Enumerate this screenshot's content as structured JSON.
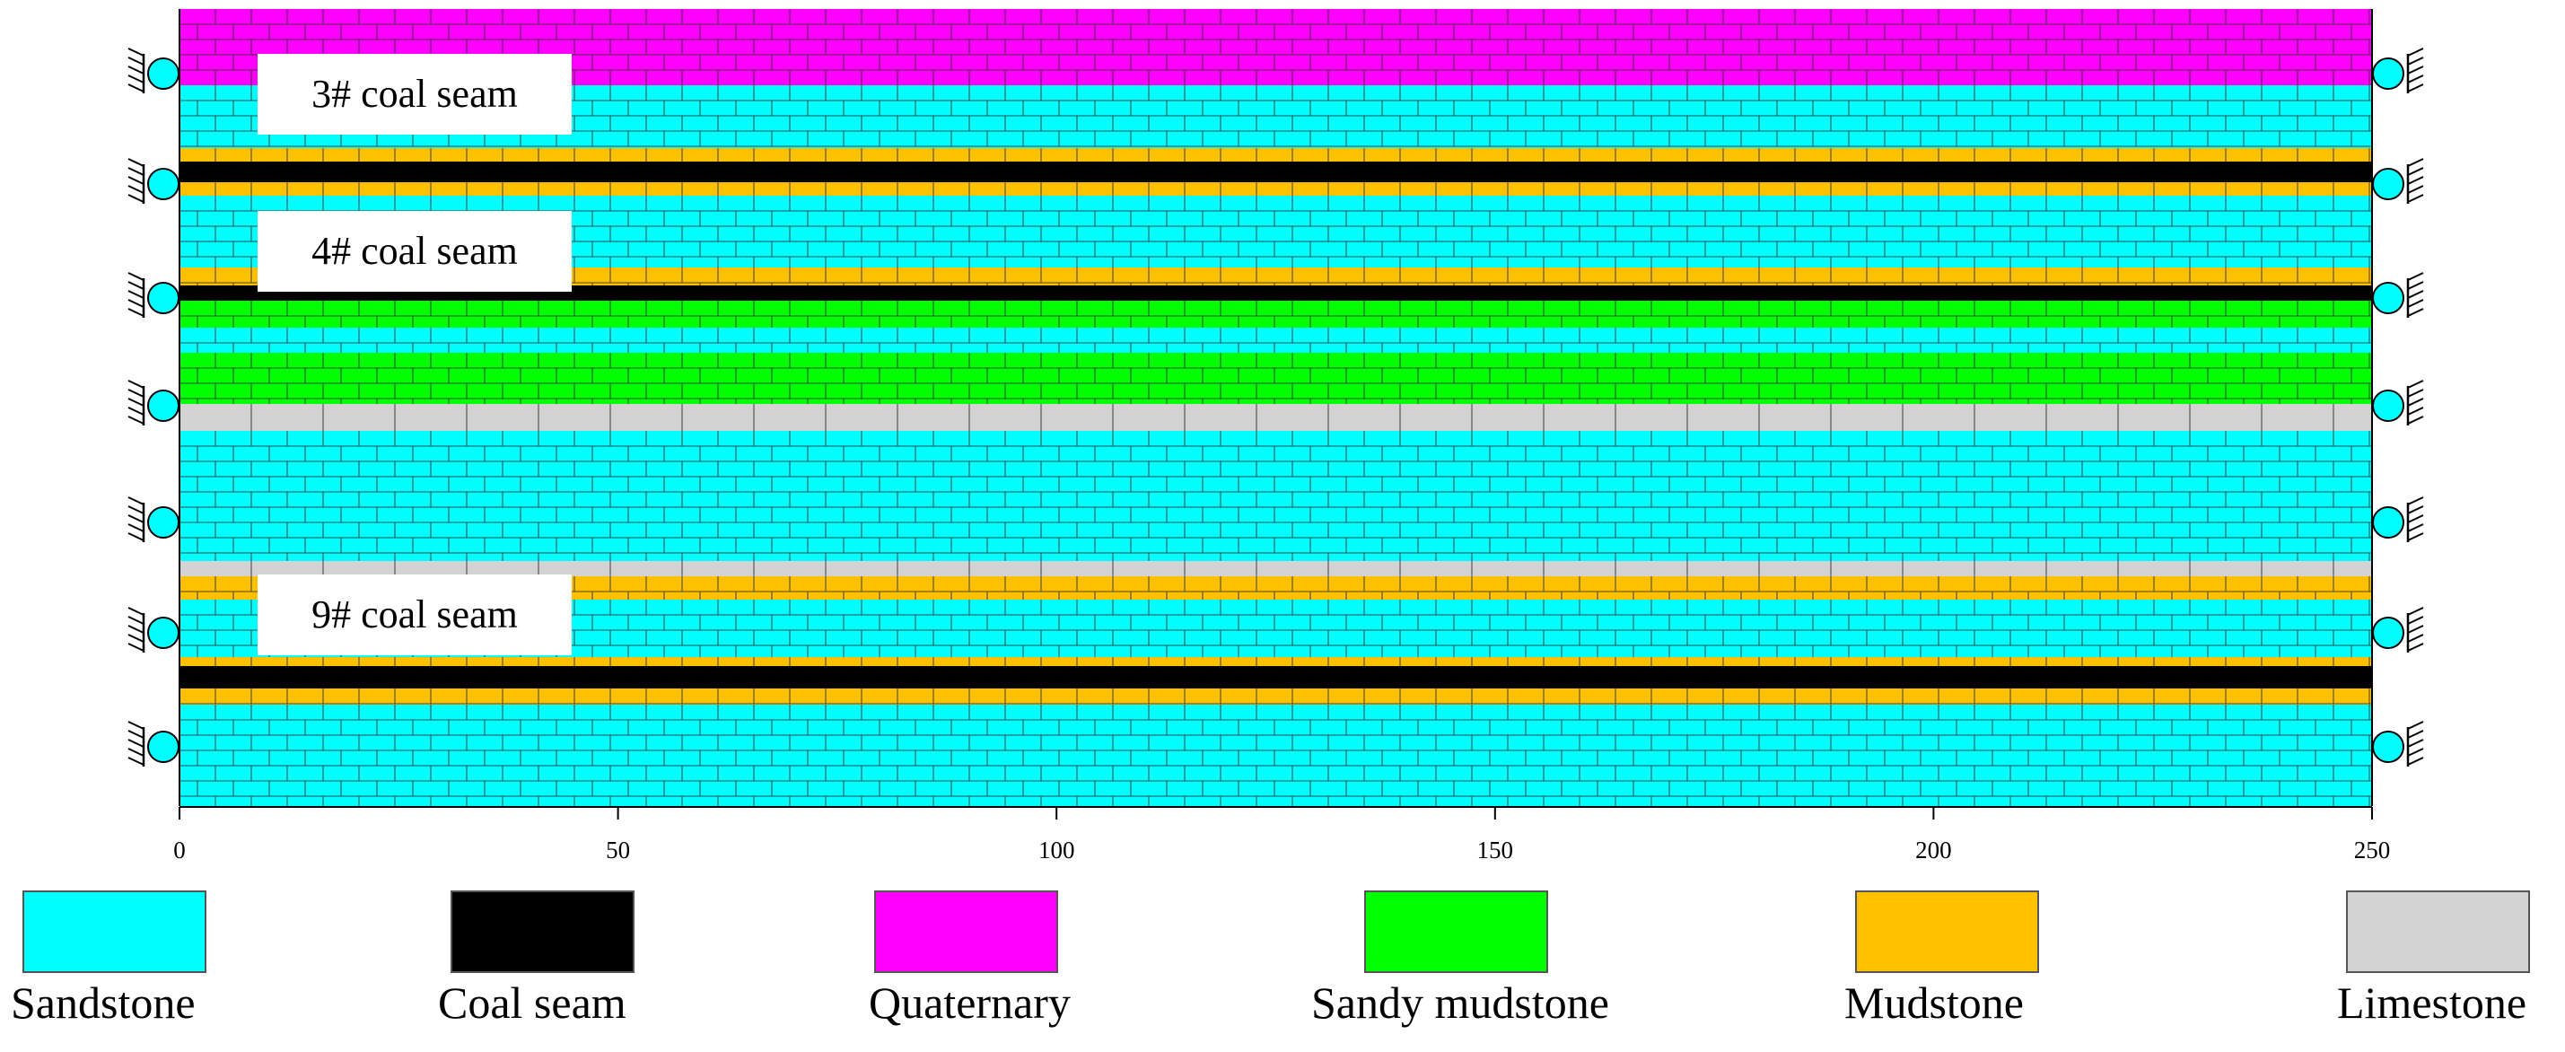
{
  "seam_labels": {
    "seam3": "3# coal seam",
    "seam4": "4# coal seam",
    "seam9": "9# coal seam"
  },
  "axis": {
    "min": 0,
    "max": 250,
    "ticks": [
      "0",
      "50",
      "100",
      "150",
      "200",
      "250"
    ]
  },
  "materials": {
    "sandstone": "#00ffff",
    "coal": "#000000",
    "quaternary": "#ff00ff",
    "sandy_mudstone": "#00ff00",
    "mudstone": "#ffc000",
    "limestone": "#d3d3d3"
  },
  "strata_top_to_bottom": [
    "quaternary",
    "sandstone",
    "mudstone",
    "coal",
    "mudstone",
    "sandstone",
    "mudstone",
    "coal",
    "sandy_mudstone",
    "sandstone",
    "sandy_mudstone",
    "limestone",
    "sandstone",
    "limestone",
    "mudstone",
    "sandstone",
    "mudstone",
    "coal",
    "mudstone",
    "sandstone"
  ],
  "legend": [
    {
      "key": "sandstone",
      "label": "Sandstone"
    },
    {
      "key": "coal",
      "label": "Coal seam"
    },
    {
      "key": "quaternary",
      "label": "Quaternary"
    },
    {
      "key": "sandy_mudstone",
      "label": "Sandy mudstone"
    },
    {
      "key": "mudstone",
      "label": "Mudstone"
    },
    {
      "key": "limestone",
      "label": "Limestone"
    }
  ],
  "supports": {
    "type": "roller-support-icon",
    "count_per_side": 7
  }
}
